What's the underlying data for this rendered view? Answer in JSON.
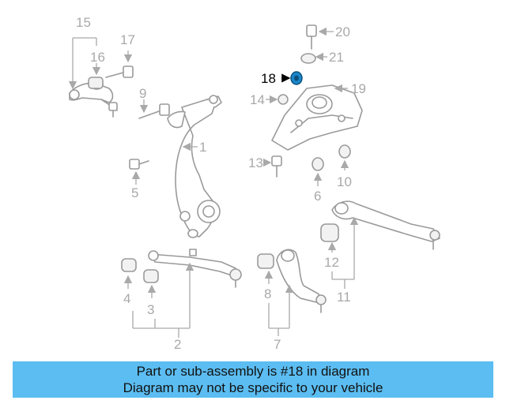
{
  "diagram": {
    "callouts": [
      "1",
      "2",
      "3",
      "4",
      "5",
      "6",
      "7",
      "8",
      "9",
      "10",
      "11",
      "12",
      "13",
      "14",
      "15",
      "16",
      "17",
      "18",
      "19",
      "20",
      "21"
    ],
    "highlighted_part": "18",
    "highlight_color": "#1a86c9",
    "banner_color": "#5bbdf2"
  },
  "banner": {
    "line1": "Part or sub-assembly is #18 in diagram",
    "line2": "Diagram may not be specific to your vehicle"
  }
}
